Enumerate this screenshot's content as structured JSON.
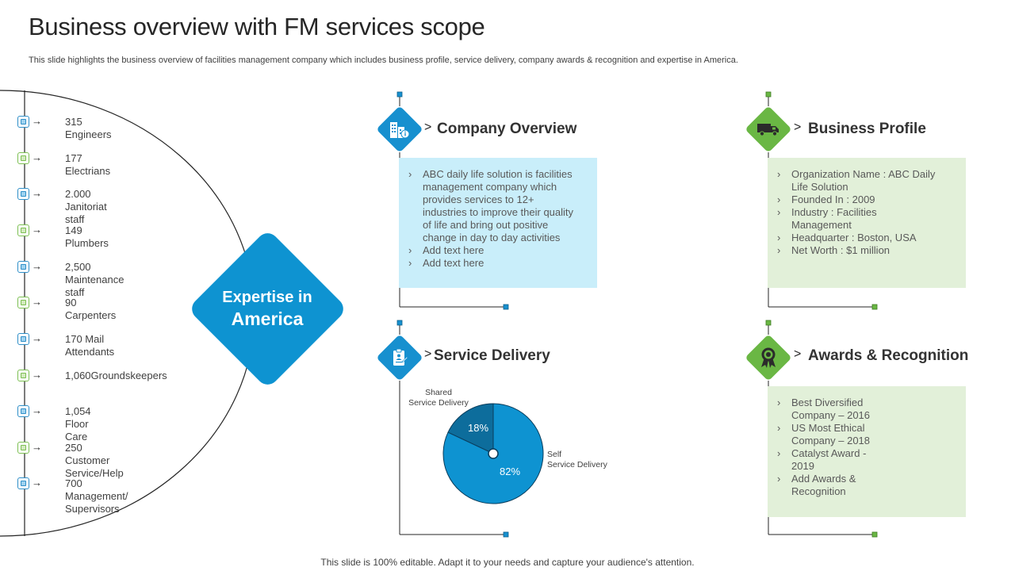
{
  "header": {
    "title": "Business overview with FM services scope",
    "subtitle": "This slide highlights the business overview of facilities management company which includes business profile, service delivery, company awards & recognition and expertise in America."
  },
  "expertise": {
    "title_line1": "Expertise in",
    "title_line2": "America",
    "items": [
      {
        "label": "315 Engineers",
        "marker": "blue"
      },
      {
        "label": "177 Electrians",
        "marker": "green"
      },
      {
        "label": "2.000 Janitoriat staff",
        "marker": "blue"
      },
      {
        "label": "149 Plumbers",
        "marker": "green"
      },
      {
        "label": "2,500 Maintenance staff",
        "marker": "blue"
      },
      {
        "label": "90 Carpenters",
        "marker": "green"
      },
      {
        "label": "170 Mail Attendants",
        "marker": "blue"
      },
      {
        "label": "1,060Groundskeepers",
        "marker": "green"
      },
      {
        "label": "1,054 Floor Care",
        "marker": "blue"
      },
      {
        "label": "250 Customer Service/Help",
        "marker": "green"
      },
      {
        "label": "700 Management/\nSupervisors",
        "marker": "blue"
      }
    ]
  },
  "company_overview": {
    "title": "Company Overview",
    "icon": "building-icon",
    "bullets": [
      "ABC daily life solution is facilities management company which provides services to 12+ industries to improve their quality of life and bring out positive change in day to day activities",
      "Add text here",
      "Add text here"
    ]
  },
  "business_profile": {
    "title": "Business Profile",
    "icon": "truck-icon",
    "bullets": [
      "Organization Name : ABC Daily Life Solution",
      "Founded In : 2009",
      "Industry : Facilities Management",
      "Headquarter  : Boston, USA",
      "Net Worth : $1 million"
    ]
  },
  "service_delivery": {
    "title": "Service Delivery",
    "icon": "clipboard-icon"
  },
  "awards": {
    "title": "Awards & Recognition",
    "icon": "award-ribbon-icon",
    "bullets": [
      "Best Diversified Company – 2016",
      "US Most Ethical Company – 2018",
      "Catalyst Award - 2019",
      "Add Awards & Recognition"
    ]
  },
  "footer": {
    "text": "This slide is 100% editable. Adapt it to your needs and capture your audience's attention."
  },
  "colors": {
    "blue": "#1790cf",
    "green": "#6ab744",
    "blue_box": "#c9eefa",
    "green_box": "#e2f0d9",
    "pie_dark": "#0d6d9c",
    "pie_light": "#0e93d1"
  },
  "chart_data": {
    "type": "pie",
    "title": "",
    "slices": [
      {
        "name": "Shared Service Delivery",
        "value": 18,
        "label": "18%"
      },
      {
        "name": "Self Service Delivery",
        "value": 82,
        "label": "82%"
      }
    ],
    "label_lines": {
      "shared": [
        "Shared",
        "Service Delivery"
      ],
      "self": [
        "Self",
        "Service Delivery"
      ]
    }
  }
}
